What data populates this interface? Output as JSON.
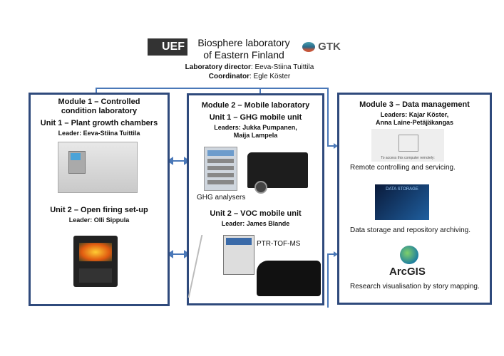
{
  "header": {
    "uef_logo": "UEF",
    "title_line1": "Biosphere laboratory",
    "title_line2": "of Eastern Finland",
    "gtk_logo": "GTK",
    "director_label": "Laboratory director",
    "director_name": "Eeva-Stiina Tuittila",
    "coordinator_label": "Coordinator",
    "coordinator_name": "Egle Köster"
  },
  "module1": {
    "title": "Module 1 – Controlled condition laboratory",
    "unit1_title": "Unit 1 – Plant growth chambers",
    "unit1_leader": "Leader: Eeva-Stiina Tuittila",
    "unit2_title": "Unit 2 – Open firing set-up",
    "unit2_leader": "Leader: Olli Sippula"
  },
  "module2": {
    "title": "Module 2 – Mobile laboratory",
    "unit1_title": "Unit 1 – GHG mobile unit",
    "unit1_leaders_line1": "Leaders: Jukka Pumpanen,",
    "unit1_leaders_line2": "Maija Lampela",
    "ghg_label": "GHG analysers",
    "unit2_title": "Unit 2 – VOC mobile unit",
    "unit2_leader": "Leader: James Blande",
    "ptr_label": "PTR-TOF-MS"
  },
  "module3": {
    "title": "Module 3 – Data management",
    "leaders_line1": "Leaders: Kajar Köster,",
    "leaders_line2": "Anna Laine-Petäjäkangas",
    "remote_caption": "To access this computer remotely:",
    "remote_text": "Remote controlling and servicing.",
    "storage_image_text": "DATA STORAGE",
    "storage_text": "Data storage and repository archiving.",
    "arcgis_logo": "ArcGIS",
    "arcgis_text": "Research visualisation by story mapping."
  },
  "colors": {
    "frame": "#2f4a7c",
    "connector": "#4a78b8"
  }
}
